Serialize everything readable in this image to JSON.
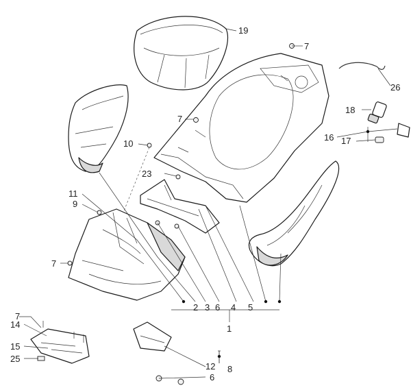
{
  "diagram": {
    "labels": {
      "c1": "1",
      "c2": "2",
      "c3": "3",
      "c4": "4",
      "c5": "5",
      "c6": "6",
      "c6b": "6",
      "c7a": "7",
      "c7b": "7",
      "c7c": "7",
      "c7d": "7",
      "c8": "8",
      "c9": "9",
      "c10": "10",
      "c11": "11",
      "c12": "12",
      "c14": "14",
      "c15": "15",
      "c16": "16",
      "c17": "17",
      "c18": "18",
      "c19": "19",
      "c23": "23",
      "c25": "25",
      "c26": "26"
    }
  }
}
